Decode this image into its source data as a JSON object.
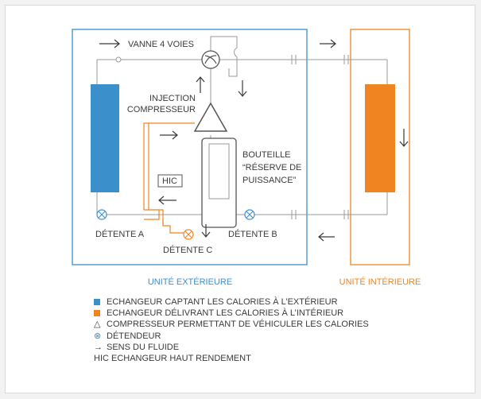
{
  "colors": {
    "outdoor_unit": "#3b8fcb",
    "indoor_unit": "#f08421",
    "pipe": "#9a9a9a",
    "injection_pipe": "#f08421",
    "text": "#3a3a3a"
  },
  "diagram": {
    "valve_label": "VANNE 4 VOIES",
    "injection_label_1": "INJECTION",
    "injection_label_2": "COMPRESSEUR",
    "bottle_label_1": "BOUTEILLE",
    "bottle_label_2": "“RÉSERVE DE",
    "bottle_label_3": "PUISSANCE”",
    "hic_label": "HIC",
    "detente_a": "DÉTENTE A",
    "detente_b": "DÉTENTE B",
    "detente_c": "DÉTENTE C",
    "outdoor_unit_label": "UNITÉ EXTÉRIEURE",
    "indoor_unit_label": "UNITÉ INTÉRIEURE"
  },
  "legend": {
    "outdoor_exchanger": "ECHANGEUR CAPTANT LES CALORIES À L’EXTÉRIEUR",
    "indoor_exchanger": "ECHANGEUR DÉLIVRANT LES CALORIES À L’INTÉRIEUR",
    "compressor_symbol": "△",
    "compressor": "COMPRESSEUR PERMETTANT DE VÉHICULER LES CALORIES",
    "expansion_symbol": "⊗",
    "expansion": "DÉTENDEUR",
    "flow_symbol": "→",
    "flow": "SENS DU FLUIDE",
    "hic": "HIC ECHANGEUR HAUT RENDEMENT"
  }
}
